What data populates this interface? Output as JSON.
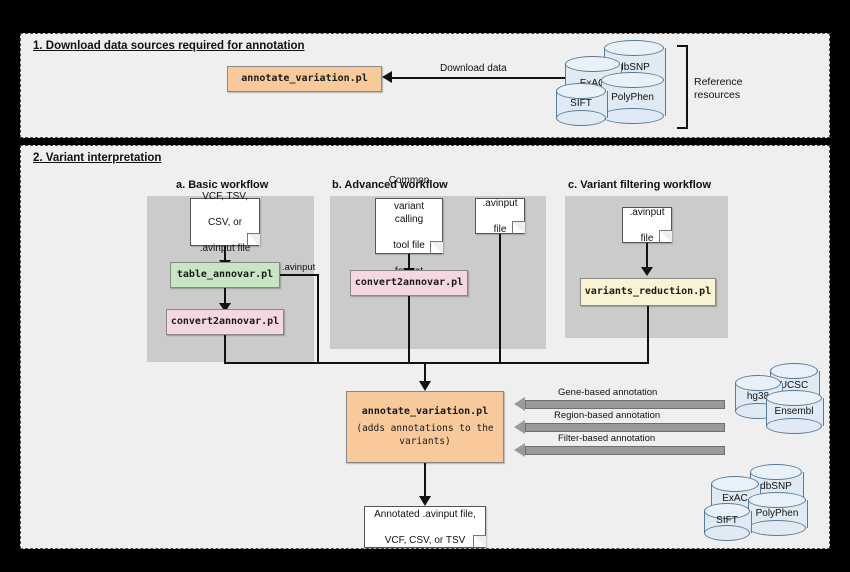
{
  "sections": [
    {
      "id": "s1",
      "title": "1. Download data sources required for annotation"
    },
    {
      "id": "s2",
      "title": "2. Variant interpretation"
    }
  ],
  "section1": {
    "process": {
      "label": "annotate_variation.pl"
    },
    "edge_label": "Download data",
    "reference_label": "Reference\nresources",
    "reference_label_line1": "Reference",
    "reference_label_line2": "resources",
    "databases": [
      {
        "name": "dbSNP"
      },
      {
        "name": "ExAC"
      },
      {
        "name": "PolyPhen"
      },
      {
        "name": "SIFT"
      }
    ]
  },
  "workflows": [
    {
      "id": "a",
      "title": "a. Basic workflow",
      "input_note": "VCF, TSV, CSV, or .avinput file",
      "input_note_lines": [
        "VCF, TSV,",
        "CSV, or",
        ".avinput file"
      ],
      "steps": [
        {
          "label": "table_annovar.pl",
          "color": "#c8e6c4"
        },
        {
          "label": "convert2annovar.pl",
          "color": "#f4d7e2"
        }
      ],
      "branch_label": ".avinput"
    },
    {
      "id": "b",
      "title": "b. Advanced workflow",
      "input_note": "Common variant calling tool file format",
      "input_note_lines": [
        "Common",
        "variant calling",
        "tool file",
        "format"
      ],
      "side_note_lines": [
        ".avinput",
        "file"
      ],
      "steps": [
        {
          "label": "convert2annovar.pl",
          "color": "#f4d7e2"
        }
      ]
    },
    {
      "id": "c",
      "title": "c. Variant filtering workflow",
      "input_note_lines": [
        ".avinput",
        "file"
      ],
      "steps": [
        {
          "label": "variants_reduction.pl",
          "color": "#faf3d3"
        }
      ]
    }
  ],
  "central": {
    "label": "annotate_variation.pl",
    "sub_line1": "(adds annotations to the",
    "sub_line2": "variants)",
    "color": "#f7c99b"
  },
  "annotation_arrows": [
    {
      "label": "Gene-based annotation"
    },
    {
      "label": "Region-based annotation"
    },
    {
      "label": "Filter-based annotation"
    }
  ],
  "genome_databases": [
    {
      "name": "UCSC"
    },
    {
      "name": "hg38"
    },
    {
      "name": "Ensembl"
    }
  ],
  "variant_databases": [
    {
      "name": "dbSNP"
    },
    {
      "name": "ExAC"
    },
    {
      "name": "PolyPhen"
    },
    {
      "name": "SIFT"
    }
  ],
  "output": {
    "line1": "Annotated .avinput file,",
    "line2": "VCF, CSV, or TSV"
  },
  "colors": {
    "orange": "#f7c99b",
    "green": "#c8e6c4",
    "pink": "#f4d7e2",
    "yellow": "#faf3d3",
    "cylinder": "#dfeaf5",
    "panel": "#efefef",
    "workflow_bg": "#cbcbcb",
    "arrow_gray": "#9a9a9a"
  }
}
